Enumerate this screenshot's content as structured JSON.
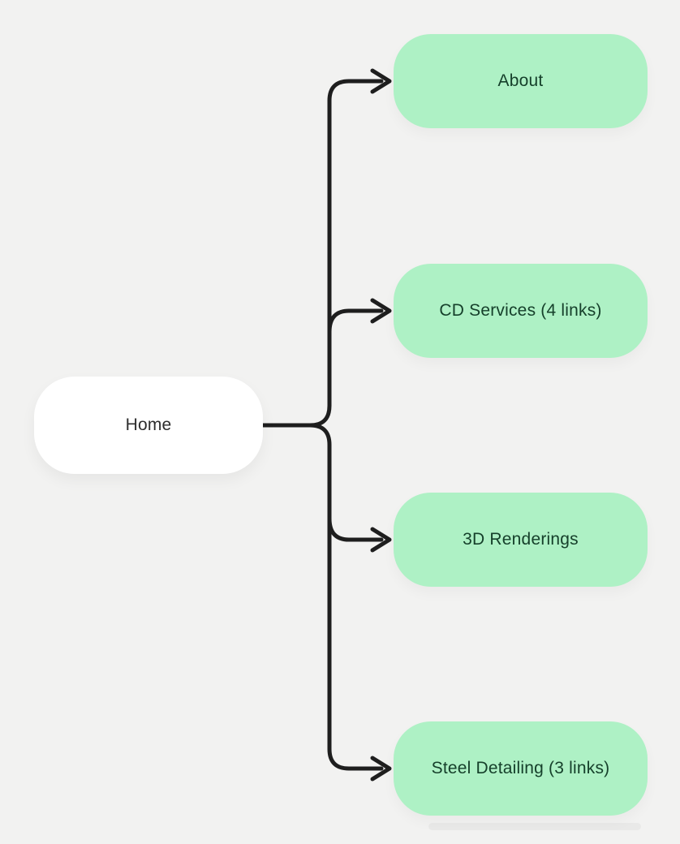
{
  "diagram": {
    "root": {
      "label": "Home"
    },
    "children": [
      {
        "label": "About"
      },
      {
        "label": "CD Services (4 links)"
      },
      {
        "label": "3D Renderings"
      },
      {
        "label": "Steel Detailing (3 links)"
      }
    ],
    "colors": {
      "background": "#f2f2f1",
      "root_node_fill": "#ffffff",
      "child_node_fill": "#aef1c5",
      "connector_stroke": "#1e1e1e",
      "root_text": "#2d2d2d",
      "child_text": "#16402b"
    }
  }
}
